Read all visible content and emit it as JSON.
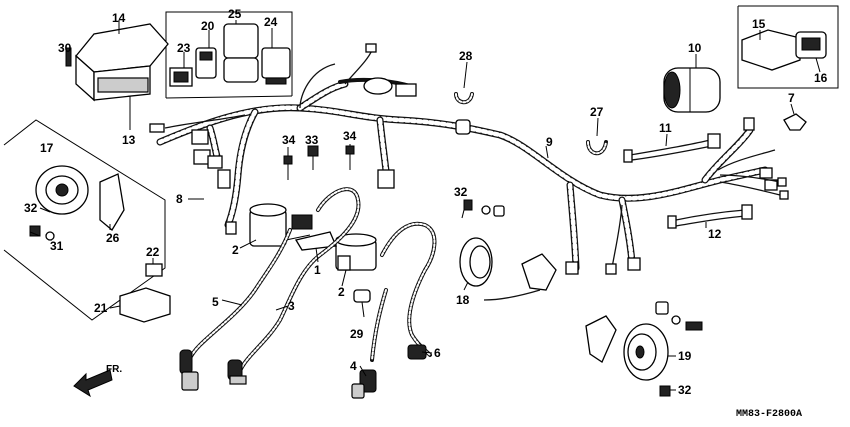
{
  "diagram_code": "MM83-F2800A",
  "direction_label": "FR.",
  "callouts": {
    "c1": "1",
    "c2a": "2",
    "c2b": "2",
    "c3": "3",
    "c4": "4",
    "c5": "5",
    "c6": "6",
    "c8": "8",
    "c9": "9",
    "c10": "10",
    "c11": "11",
    "c12": "12",
    "c13": "13",
    "c14": "14",
    "c15": "15",
    "c16": "16",
    "c17": "17",
    "c18": "18",
    "c19": "19",
    "c20": "20",
    "c21": "21",
    "c22": "22",
    "c23": "23",
    "c24": "24",
    "c25": "25",
    "c26": "26",
    "c27": "27",
    "c28": "28",
    "c29": "29",
    "c30": "30",
    "c31": "31",
    "c32a": "32",
    "c32b": "32",
    "c32c": "32",
    "c33": "33",
    "c34a": "34",
    "c34b": "34",
    "c7": "7"
  },
  "icons": [
    "direction-arrow-icon"
  ]
}
